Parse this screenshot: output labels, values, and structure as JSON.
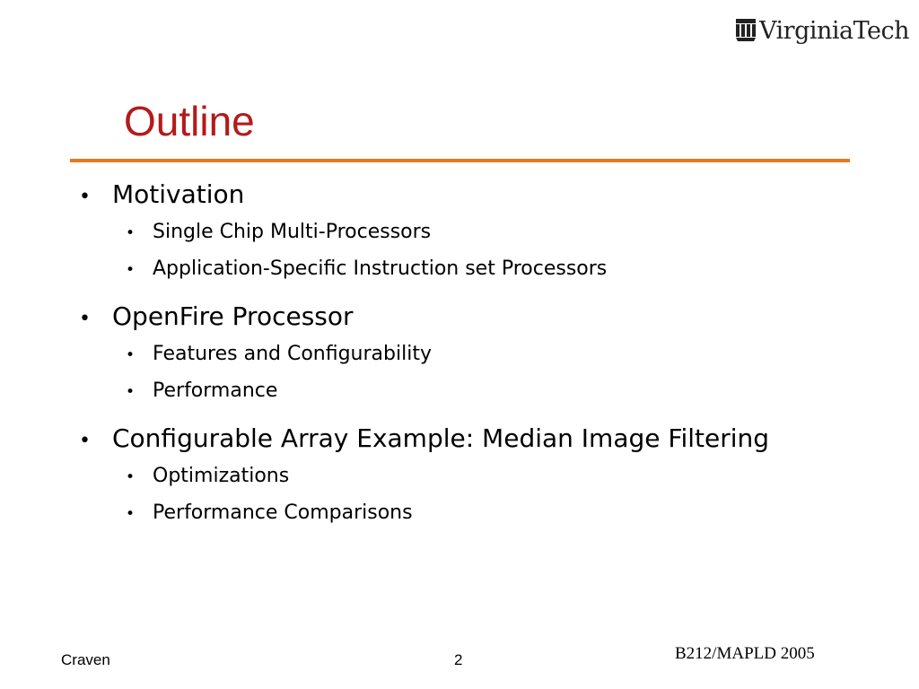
{
  "branding": {
    "logo_text": "VirginiaTech",
    "mark_icon": "vt-shield-icon"
  },
  "slide": {
    "title": "Outline",
    "colors": {
      "title": "#b31b1b",
      "rule": "#e87722"
    },
    "items": [
      {
        "text": "Motivation",
        "sub": [
          "Single Chip Multi-Processors",
          "Application-Specific Instruction set Processors"
        ]
      },
      {
        "text": "OpenFire Processor",
        "sub": [
          "Features and Configurability",
          "Performance"
        ]
      },
      {
        "text": "Configurable Array Example: Median Image Filtering",
        "sub": [
          "Optimizations",
          "Performance Comparisons"
        ]
      }
    ]
  },
  "footer": {
    "author": "Craven",
    "page_number": "2",
    "event": "B212/MAPLD 2005"
  }
}
